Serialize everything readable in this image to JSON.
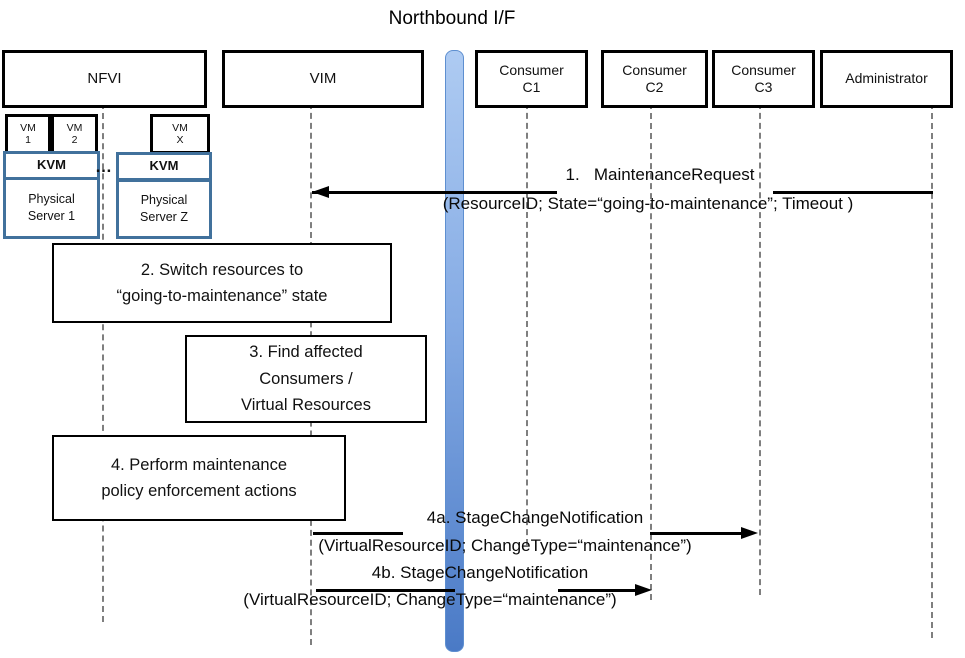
{
  "title": "Northbound I/F",
  "actors": [
    {
      "id": "nfvi",
      "label": "NFVI"
    },
    {
      "id": "vim",
      "label": "VIM"
    },
    {
      "id": "consumer-c1",
      "line1": "Consumer",
      "line2": "C1"
    },
    {
      "id": "consumer-c2",
      "line1": "Consumer",
      "line2": "C2"
    },
    {
      "id": "consumer-c3",
      "line1": "Consumer",
      "line2": "C3"
    },
    {
      "id": "administrator",
      "label": "Administrator"
    }
  ],
  "nfvi_detail": {
    "vm_label": "VM",
    "vm1": "1",
    "vm2": "2",
    "vmx": "X",
    "kvm_left": "KVM",
    "kvm_right": "KVM",
    "ellipsis": "…",
    "physical": "Physical",
    "server1": "Server 1",
    "serverz": "Server Z"
  },
  "steps": [
    {
      "id": "2",
      "line1": "2. Switch resources to",
      "line2": "“going-to-maintenance” state"
    },
    {
      "id": "3",
      "line1": "3. Find affected",
      "line2": "Consumers /",
      "line3": "Virtual Resources"
    },
    {
      "id": "4",
      "line1": "4. Perform maintenance",
      "line2": "policy enforcement actions"
    }
  ],
  "messages": [
    {
      "id": "1",
      "name": "1.   MaintenanceRequest",
      "params": "(ResourceID; State=“going-to-maintenance”; Timeout )",
      "from": "administrator",
      "to": "vim",
      "direction": "left"
    },
    {
      "id": "4a",
      "name": "4a. StageChangeNotification",
      "params": "(VirtualResourceID; ChangeType=“maintenance”)",
      "from": "vim",
      "to": "consumer-c3",
      "direction": "right"
    },
    {
      "id": "4b",
      "name": "4b. StageChangeNotification",
      "params": "(VirtualResourceID; ChangeType=“maintenance”)",
      "from": "vim",
      "to": "consumer-c2",
      "direction": "right"
    }
  ],
  "colors": {
    "blue_border": "#41719C",
    "bar_top": "#AECBF2",
    "bar_bottom": "#4A7AC6",
    "lifeline_gray": "#7F7F7F"
  }
}
